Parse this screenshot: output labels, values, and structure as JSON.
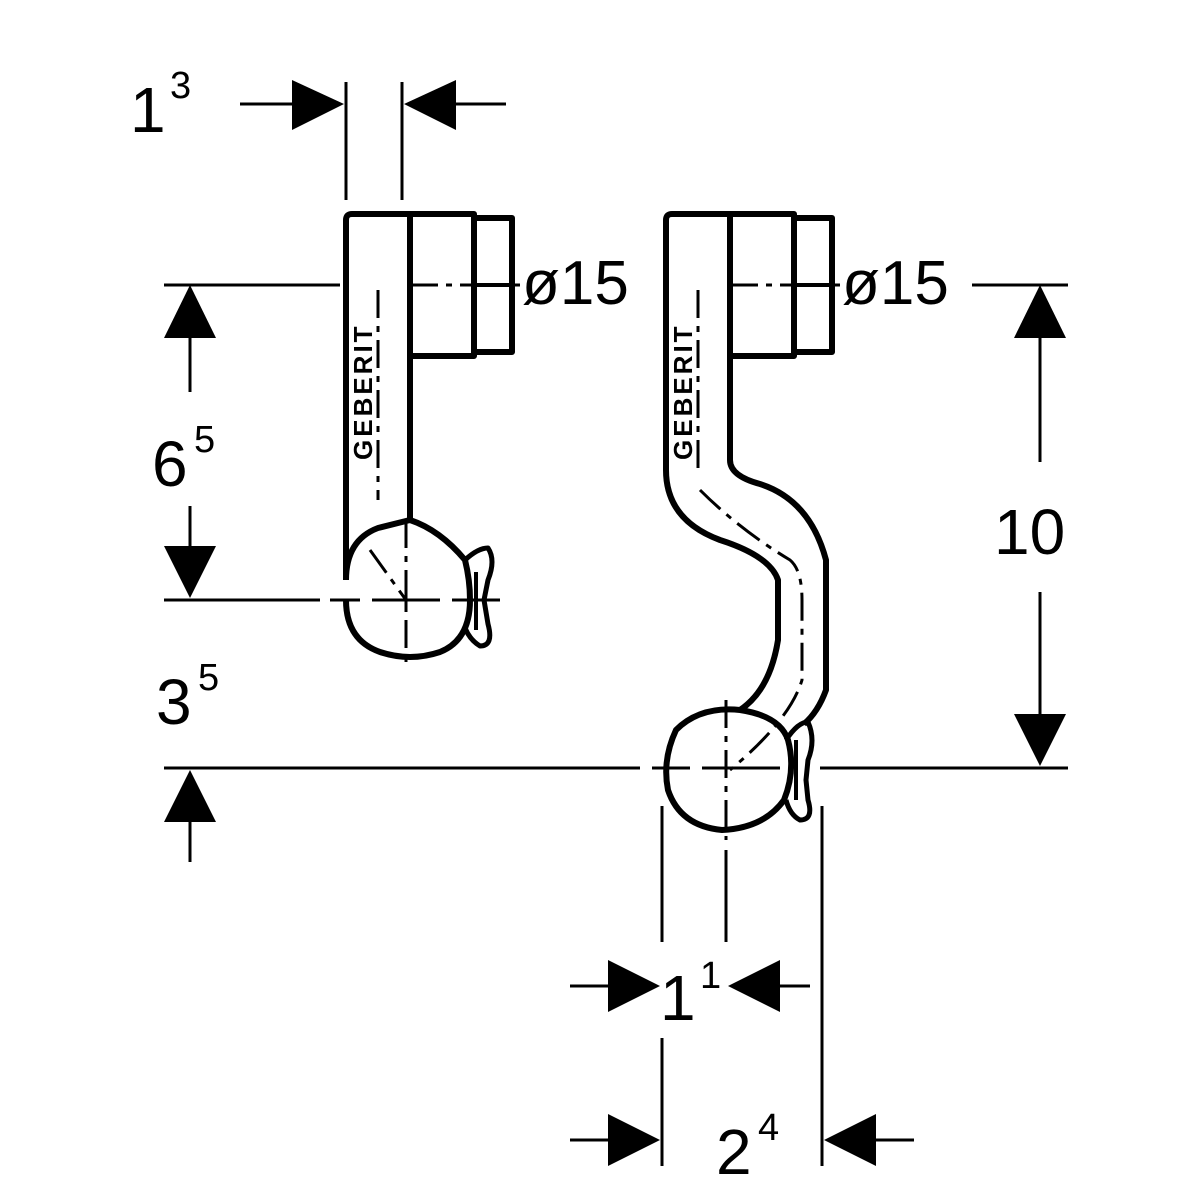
{
  "dimensions": {
    "top_width": {
      "base": "1",
      "sup": "3"
    },
    "left_height": {
      "base": "6",
      "sup": "5"
    },
    "left_offset": {
      "base": "3",
      "sup": "5"
    },
    "right_height": {
      "base": "10"
    },
    "bottom_small": {
      "base": "1",
      "sup": "1"
    },
    "bottom_large": {
      "base": "2",
      "sup": "4"
    }
  },
  "diameters": {
    "left": "ø15",
    "right": "ø15"
  },
  "brand": {
    "left": "GEBERIT",
    "right": "GEBERIT"
  }
}
